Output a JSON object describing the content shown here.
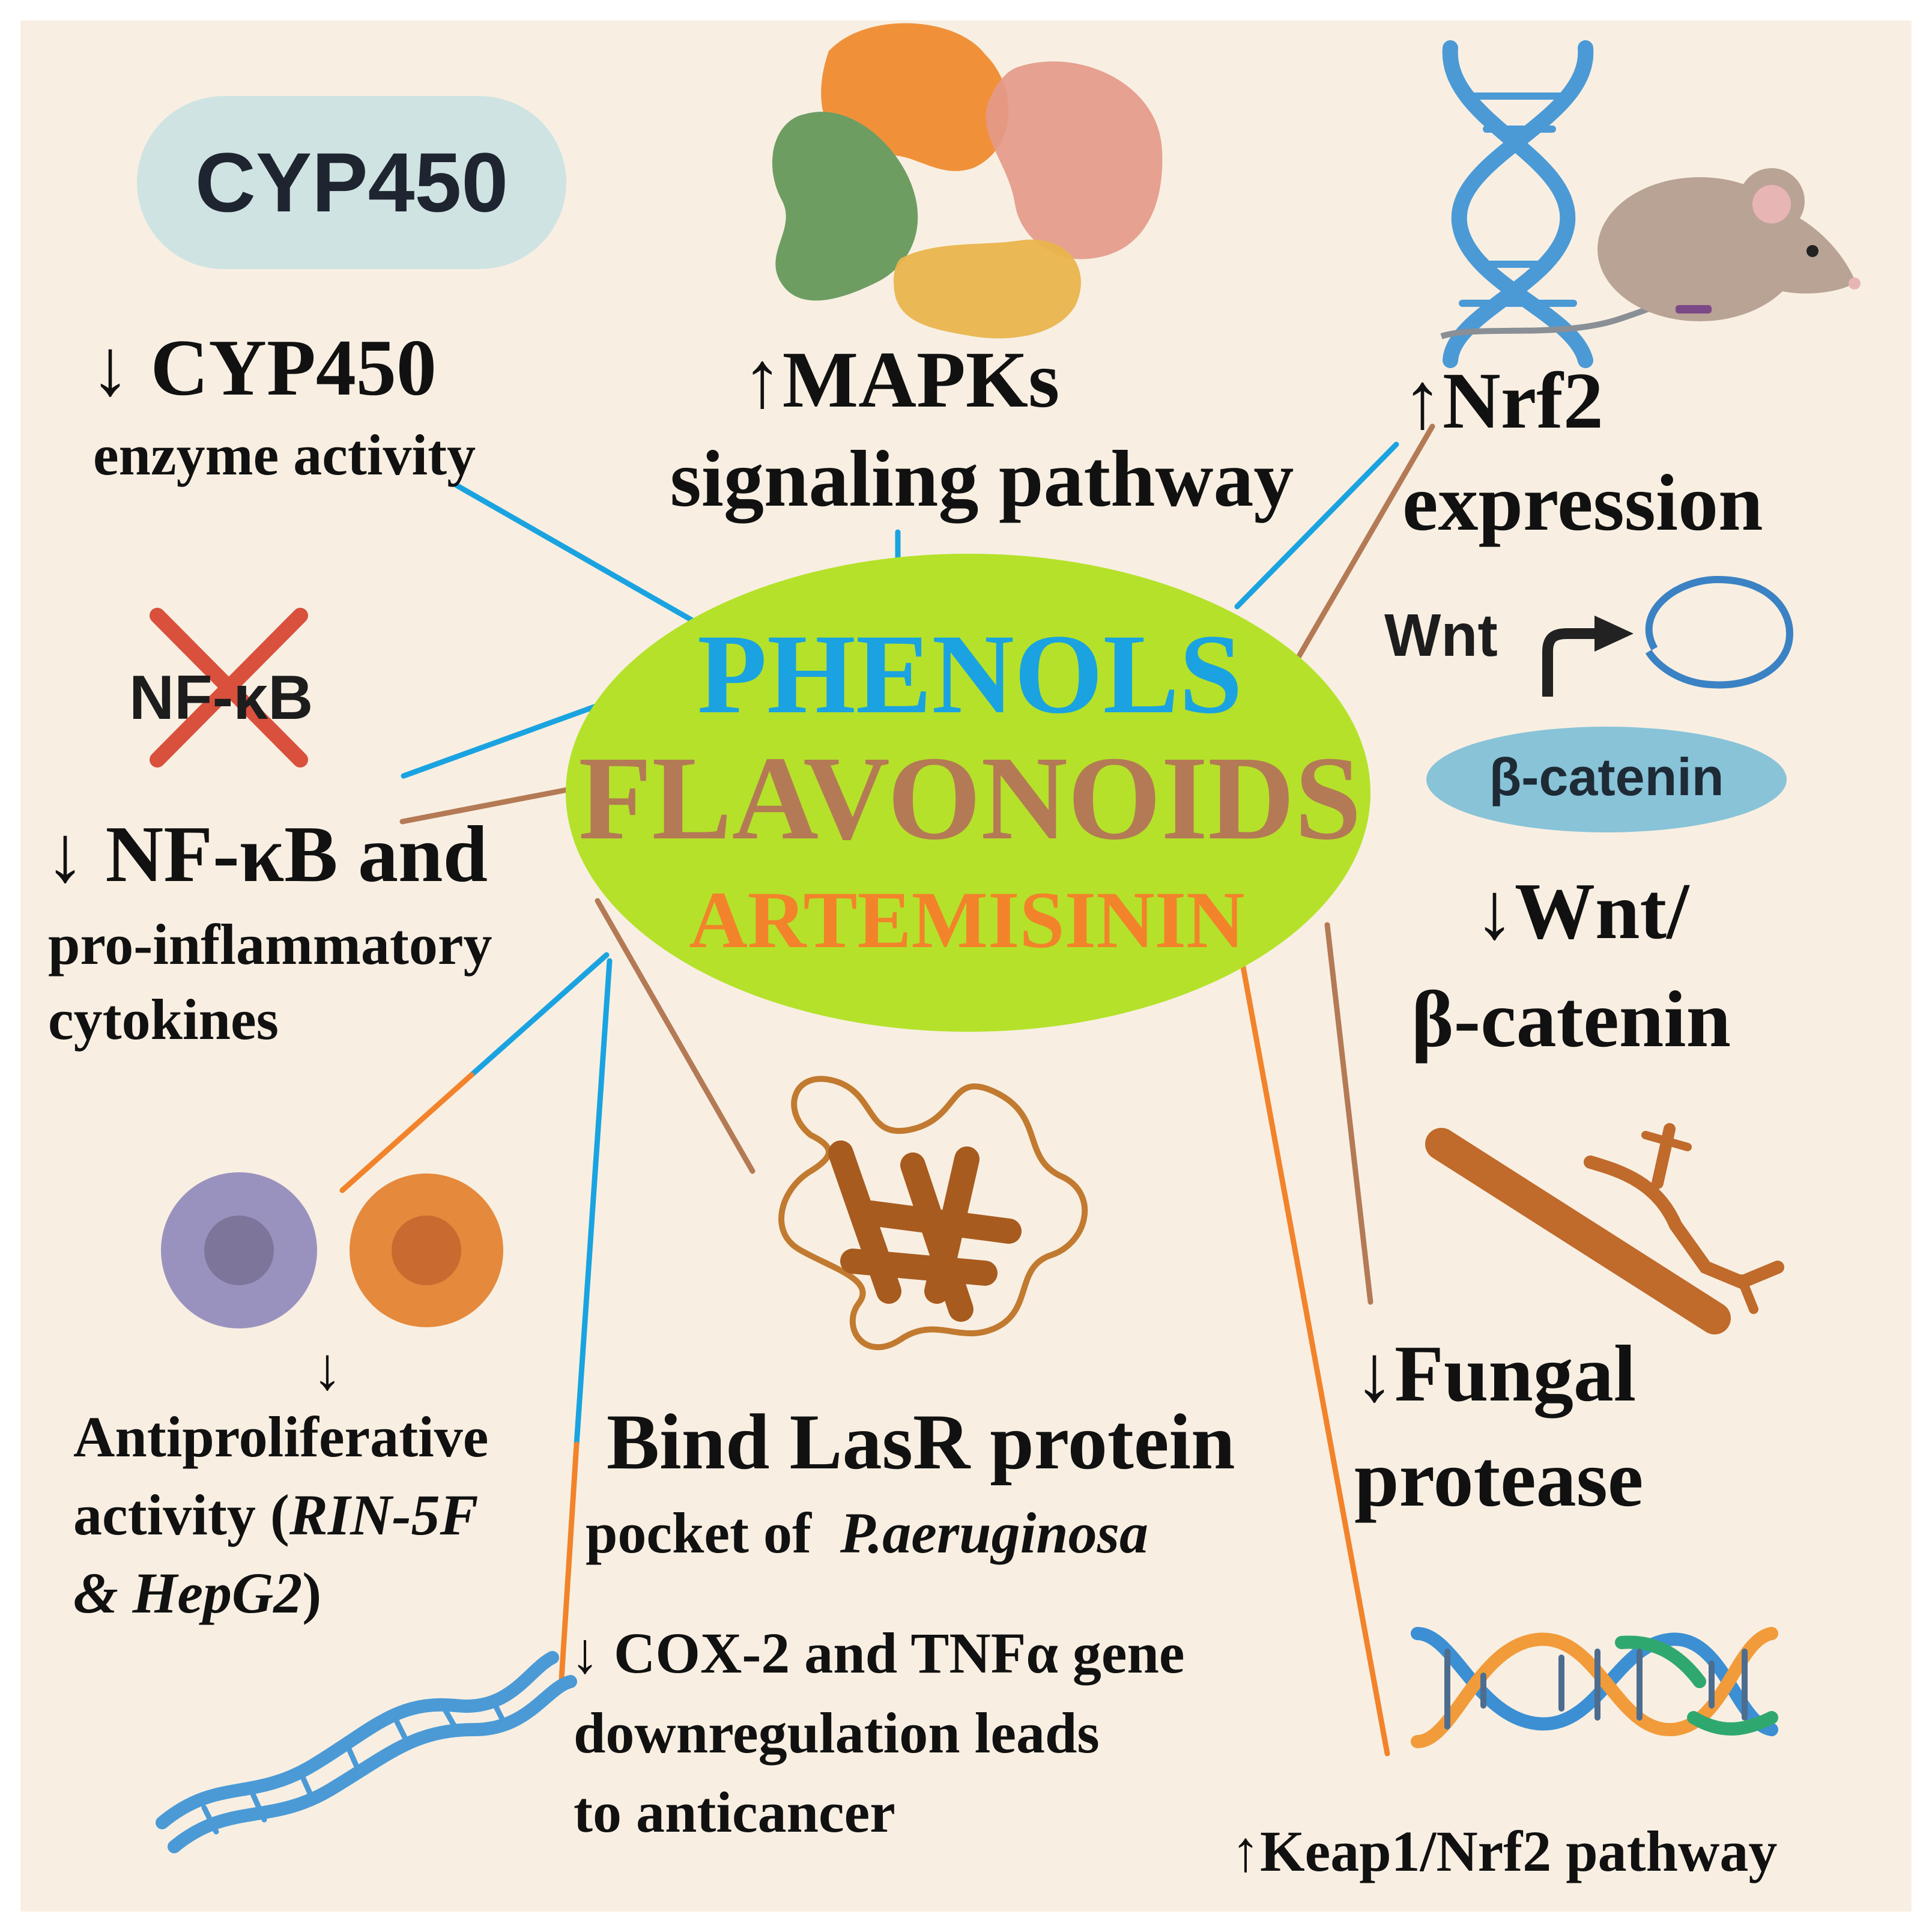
{
  "center": {
    "line1": "PHENOLS",
    "line2": "FLAVONOIDS",
    "line3": "ARTEMISININ",
    "colors": {
      "line1": "#1aa3e0",
      "line2": "#b47a55",
      "line3": "#f2832b",
      "ellipse": "#b5e12a"
    }
  },
  "icons": {
    "cyp_pill": "CYP450",
    "nfkb_crossed": "NF-κB",
    "wnt_label": "Wnt",
    "catenin_pill": "β-catenin"
  },
  "effects": {
    "cyp450": {
      "title": "↓ CYP450",
      "subtitle": "enzyme activity"
    },
    "mapk": {
      "line1": "↑MAPKs",
      "line2": "signaling pathway"
    },
    "nrf2": {
      "line1": "↑Nrf2",
      "line2": "expression"
    },
    "nfkb": {
      "line1": "↓ NF-κB and",
      "line2": "pro-inflammatory",
      "line3": "cytokines"
    },
    "wnt": {
      "line1": "↓Wnt/",
      "line2": "β-catenin"
    },
    "antiprolif": {
      "arrow": "↓",
      "line1": "Antiproliferative",
      "line2_prefix": "activity (",
      "line2_italic": "RIN-5F",
      "line3_italic_a": "& HepG2",
      "line3_suffix": ")"
    },
    "lasr": {
      "line1": "Bind LasR protein",
      "line2_prefix": "pocket of  ",
      "line2_italic": "P.aeruginosa"
    },
    "fungal": {
      "line1": "↓Fungal",
      "line2": "protease"
    },
    "cox2": {
      "line1": "↓ COX-2 and TNFα gene",
      "line2": "downregulation leads",
      "line3": "to anticancer"
    },
    "keap1": {
      "line1": "↑Keap1/Nrf2 pathway"
    }
  },
  "line_colors": {
    "phenols": "#1aa3e0",
    "flavonoids": "#b47a55",
    "artemisinin": "#f2832b"
  }
}
